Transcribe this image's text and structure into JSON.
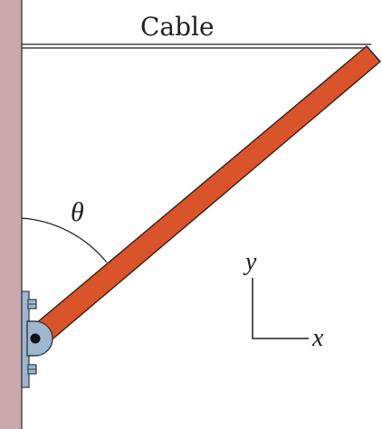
{
  "labels": {
    "cable": "Cable",
    "angle": "θ",
    "axis_y": "y",
    "axis_x": "x"
  },
  "colors": {
    "wall": "#c9a9ae",
    "wall_edge": "#5a4548",
    "beam": "#d9532b",
    "beam_edge": "#3b1e14",
    "hinge_bracket": "#9fb6cf",
    "hinge_edge": "#2f3b47",
    "ink": "#231f20"
  }
}
